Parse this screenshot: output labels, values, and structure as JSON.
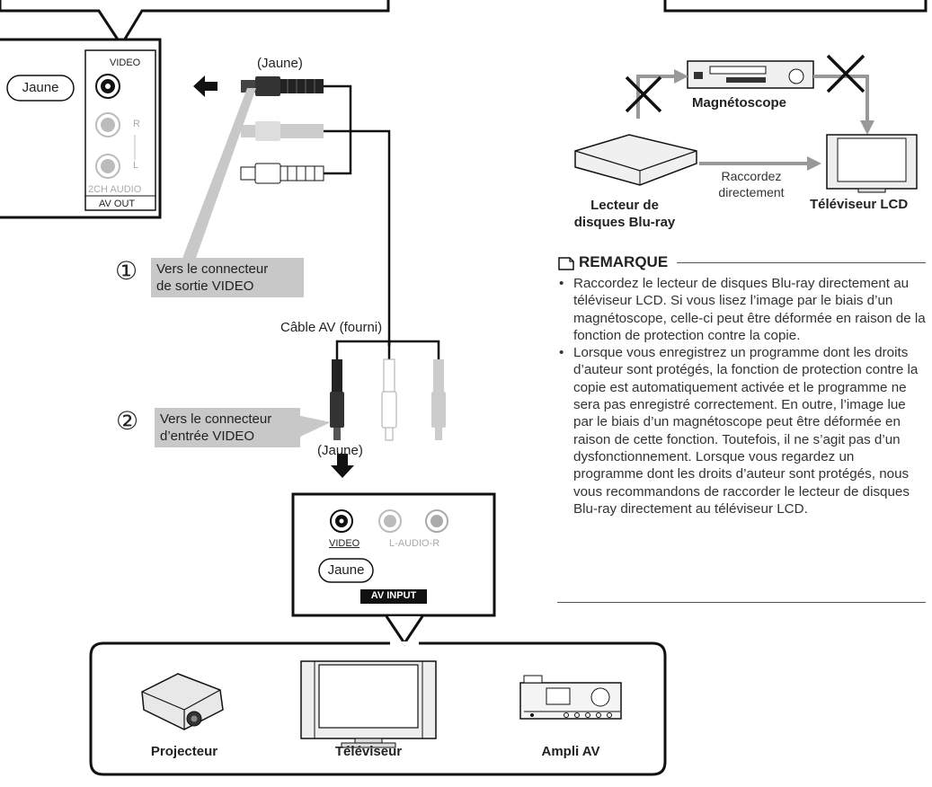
{
  "player_panel": {
    "video_label": "VIDEO",
    "r_label": "R",
    "l_label": "L",
    "audio_label": "2CH AUDIO",
    "av_out_label": "AV OUT",
    "jaune_label": "Jaune"
  },
  "cable": {
    "top_label": "(Jaune)",
    "bottom_label": "(Jaune)",
    "cable_name": "Câble AV (fourni)"
  },
  "steps": [
    {
      "number": "①",
      "text_line1": "Vers le connecteur",
      "text_line2": "de sortie VIDEO"
    },
    {
      "number": "②",
      "text_line1": "Vers le connecteur",
      "text_line2": "d’entrée VIDEO"
    }
  ],
  "input_panel": {
    "video_label": "VIDEO",
    "audio_label": "L-AUDIO-R",
    "jaune_label": "Jaune",
    "av_input_label": "AV INPUT"
  },
  "devices": [
    {
      "name": "Projecteur"
    },
    {
      "name": "Téléviseur"
    },
    {
      "name": "Ampli AV"
    }
  ],
  "connection_diagram": {
    "vcr_label": "Magnétoscope",
    "player_label_line1": "Lecteur de",
    "player_label_line2": "disques Blu-ray",
    "tv_label": "Téléviseur LCD",
    "direct_line1": "Raccordez",
    "direct_line2": "directement"
  },
  "note": {
    "title": "REMARQUE",
    "items": [
      "Raccordez le lecteur de disques Blu-ray directement au téléviseur LCD. Si vous lisez l’image par le biais d’un magnétoscope, celle-ci peut être déformée en raison de la fonction de protection contre la copie.",
      "Lorsque vous enregistrez un programme dont les droits d’auteur sont protégés, la fonction de protection contre la copie est automatiquement activée et le programme ne sera pas enregistré correctement. En outre, l’image lue par le biais d’un magnétoscope peut être déformée en raison de cette fonction. Toutefois, il ne s’agit pas d’un dysfonctionnement. Lorsque vous regardez un programme dont les droits d’auteur sont protégés, nous vous recommandons de raccorder le lecteur de disques Blu-ray directement au téléviseur LCD."
    ]
  }
}
